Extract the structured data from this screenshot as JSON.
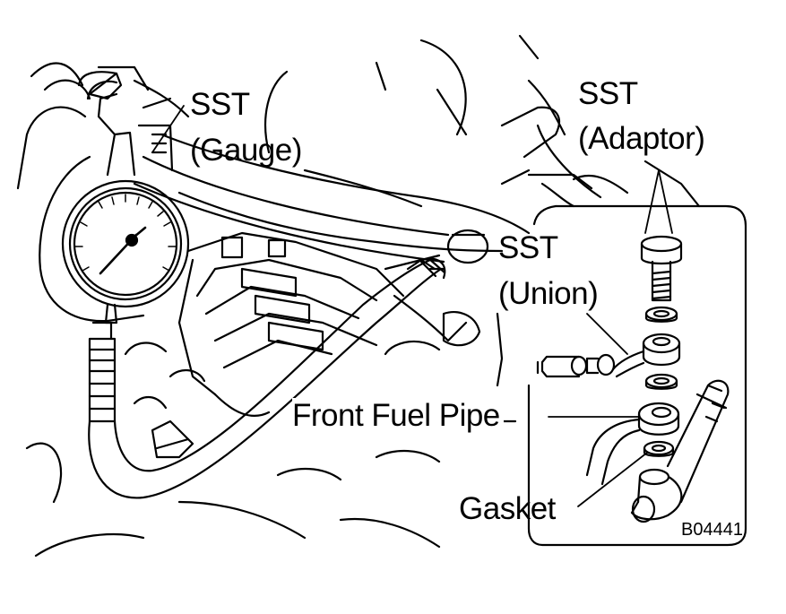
{
  "diagram": {
    "labels": {
      "sst_gauge_line1": "SST",
      "sst_gauge_line2": "(Gauge)",
      "sst_adaptor_line1": "SST",
      "sst_adaptor_line2": "(Adaptor)",
      "sst_union_line1": "SST",
      "sst_union_line2": "(Union)",
      "front_fuel_pipe": "Front Fuel Pipe",
      "gasket": "Gasket"
    },
    "figure_code": "B04441",
    "colors": {
      "ink": "#000000",
      "paper": "#ffffff"
    }
  }
}
